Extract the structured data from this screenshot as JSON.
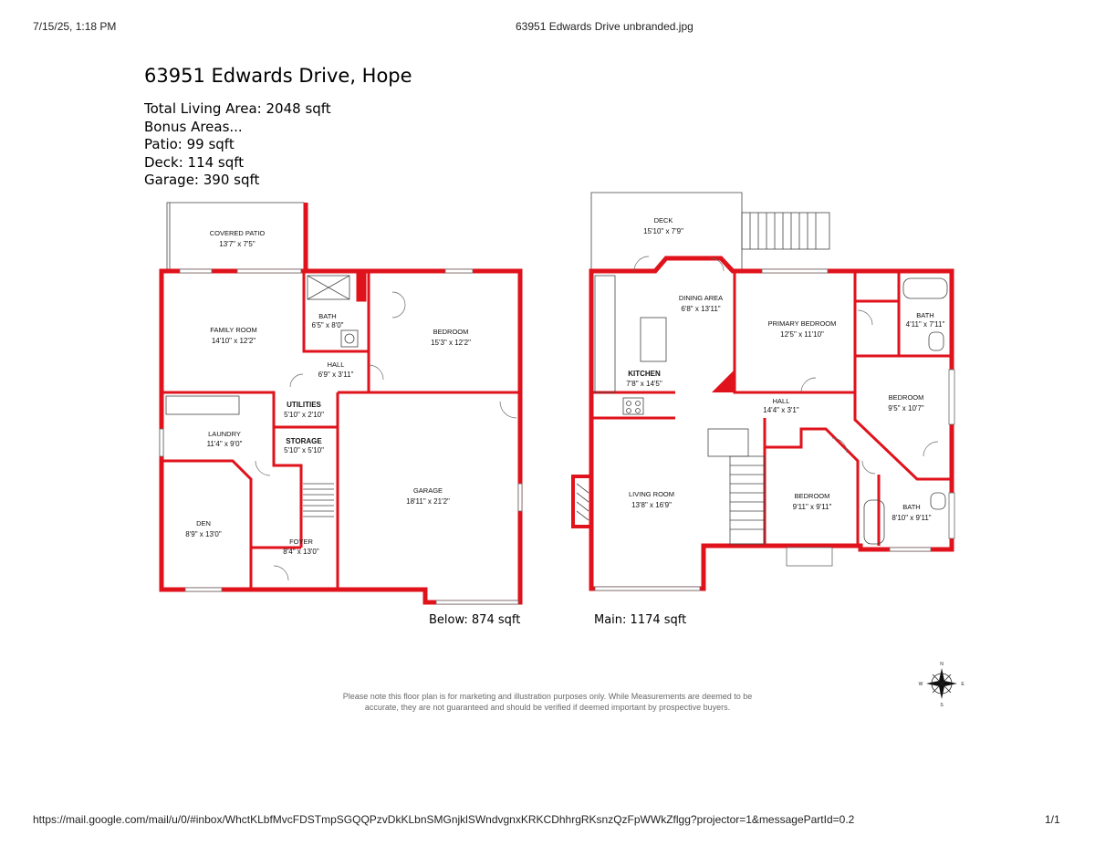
{
  "browser_header": {
    "datetime": "7/15/25, 1:18 PM",
    "filename": "63951 Edwards Drive unbranded.jpg"
  },
  "browser_footer": {
    "url": "https://mail.google.com/mail/u/0/#inbox/WhctKLbfMvcFDSTmpSGQQPzvDkKLbnSMGnjklSWndvgnxKRKCDhhrgRKsnzQzFpWWkZflgg?projector=1&messagePartId=0.2",
    "page_count": "1/1"
  },
  "listing": {
    "address": "63951 Edwards Drive, Hope",
    "total_living_area": "Total Living Area: 2048 sqft",
    "bonus_heading": "Bonus Areas...",
    "patio": "Patio: 99 sqft",
    "deck": "Deck: 114 sqft",
    "garage": "Garage: 390 sqft"
  },
  "levels": {
    "below": {
      "label": "Below: 874 sqft",
      "rooms": {
        "covered_patio": {
          "name": "COVERED PATIO",
          "dims": "13'7\" x 7'5\""
        },
        "family_room": {
          "name": "FAMILY ROOM",
          "dims": "14'10\" x 12'2\""
        },
        "bath": {
          "name": "BATH",
          "dims": "6'5\" x 8'0\""
        },
        "bedroom": {
          "name": "BEDROOM",
          "dims": "15'3\" x 12'2\""
        },
        "hall": {
          "name": "HALL",
          "dims": "6'9\" x 3'11\""
        },
        "utilities": {
          "name": "UTILITIES",
          "dims": "5'10\" x 2'10\""
        },
        "laundry": {
          "name": "LAUNDRY",
          "dims": "11'4\" x 9'0\""
        },
        "storage": {
          "name": "STORAGE",
          "dims": "5'10\" x 5'10\""
        },
        "garage": {
          "name": "GARAGE",
          "dims": "18'11\" x 21'2\""
        },
        "den": {
          "name": "DEN",
          "dims": "8'9\" x 13'0\""
        },
        "foyer": {
          "name": "FOYER",
          "dims": "8'4\" x 13'0\""
        }
      }
    },
    "main": {
      "label": "Main: 1174 sqft",
      "rooms": {
        "deck": {
          "name": "DECK",
          "dims": "15'10\" x 7'9\""
        },
        "dining_area": {
          "name": "DINING AREA",
          "dims": "6'8\" x 13'11\""
        },
        "primary_bedroom": {
          "name": "PRIMARY BEDROOM",
          "dims": "12'5\" x 11'10\""
        },
        "ensuite_bath": {
          "name": "BATH",
          "dims": "4'11\" x 7'11\""
        },
        "kitchen": {
          "name": "KITCHEN",
          "dims": "7'8\" x 14'5\""
        },
        "hall": {
          "name": "HALL",
          "dims": "14'4\" x 3'1\""
        },
        "bedroom_1": {
          "name": "BEDROOM",
          "dims": "9'5\" x 10'7\""
        },
        "living_room": {
          "name": "LIVING ROOM",
          "dims": "13'8\" x 16'9\""
        },
        "bedroom_2": {
          "name": "BEDROOM",
          "dims": "9'11\" x 9'11\""
        },
        "bath": {
          "name": "BATH",
          "dims": "8'10\" x 9'11\""
        }
      }
    }
  },
  "disclaimer": {
    "line1": "Please note this floor plan is for marketing and illustration purposes only. While Measurements are deemed to be",
    "line2": "accurate, they are not guaranteed and should be verified if deemed important by prospective buyers."
  },
  "compass": {
    "icon": "compass-rose-icon",
    "north": "N",
    "east": "E",
    "south": "S",
    "west": "W"
  },
  "colors": {
    "wall": "#e0121b",
    "text": "#000000",
    "disclaimer": "#6a6a6a"
  }
}
